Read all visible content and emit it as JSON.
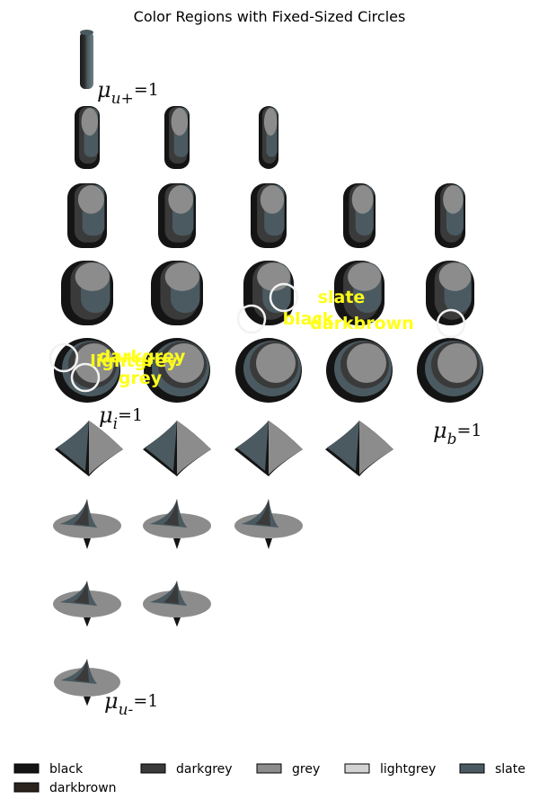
{
  "chart_data": {
    "type": "other",
    "title": "Color Regions with Fixed-Sized Circles",
    "colors": {
      "black": "#141414",
      "darkbrown": "#2b241d",
      "darkgrey": "#3a3a3a",
      "grey": "#8c8c8c",
      "lightgrey": "#d3d3d3",
      "slate": "#4a5a60"
    },
    "legend": [
      {
        "label": "black",
        "color": "#141414"
      },
      {
        "label": "darkgrey",
        "color": "#3a3a3a"
      },
      {
        "label": "grey",
        "color": "#8c8c8c"
      },
      {
        "label": "lightgrey",
        "color": "#d3d3d3"
      },
      {
        "label": "slate",
        "color": "#4a5a60"
      },
      {
        "label": "darkbrown",
        "color": "#2b241d"
      }
    ],
    "shape_rows": [
      1,
      3,
      5,
      5,
      5,
      4,
      3,
      2,
      1
    ],
    "annotations": [
      "slate",
      "black",
      "darkbrown",
      "darkgrey",
      "lightgrey",
      "grey"
    ],
    "labels": [
      {
        "symbol": "μ",
        "sub": "u+",
        "eq": "=1"
      },
      {
        "symbol": "μ",
        "sub": "i",
        "eq": "=1"
      },
      {
        "symbol": "μ",
        "sub": "b",
        "eq": "=1"
      },
      {
        "symbol": "μ",
        "sub": "u-",
        "eq": "=1"
      }
    ]
  }
}
